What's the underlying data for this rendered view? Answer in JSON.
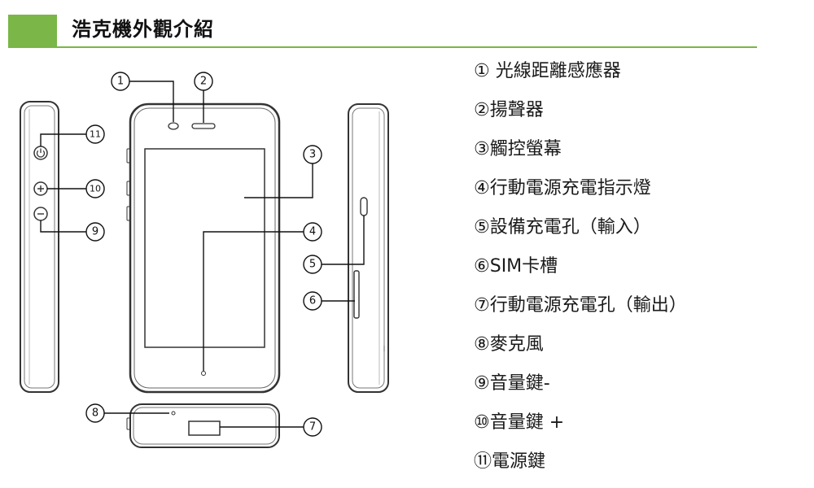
{
  "header": {
    "title": "浩克機外觀介紹"
  },
  "colors": {
    "accent": "#7ab648",
    "outline": "#333333"
  },
  "callouts": [
    "1",
    "2",
    "3",
    "4",
    "5",
    "6",
    "7",
    "8",
    "9",
    "10",
    "11"
  ],
  "parts": [
    "① 光線距離感應器",
    "②揚聲器",
    "③觸控螢幕",
    "④行動電源充電指示燈",
    "⑤設備充電孔（輸入）",
    "⑥SIM卡槽",
    "⑦行動電源充電孔（輸出）",
    "⑧麥克風",
    "⑨音量鍵-",
    "⑩音量鍵 +",
    "⑪電源鍵"
  ],
  "icons": {
    "power": "power-icon",
    "volume_up": "plus-icon",
    "volume_down": "minus-icon"
  }
}
